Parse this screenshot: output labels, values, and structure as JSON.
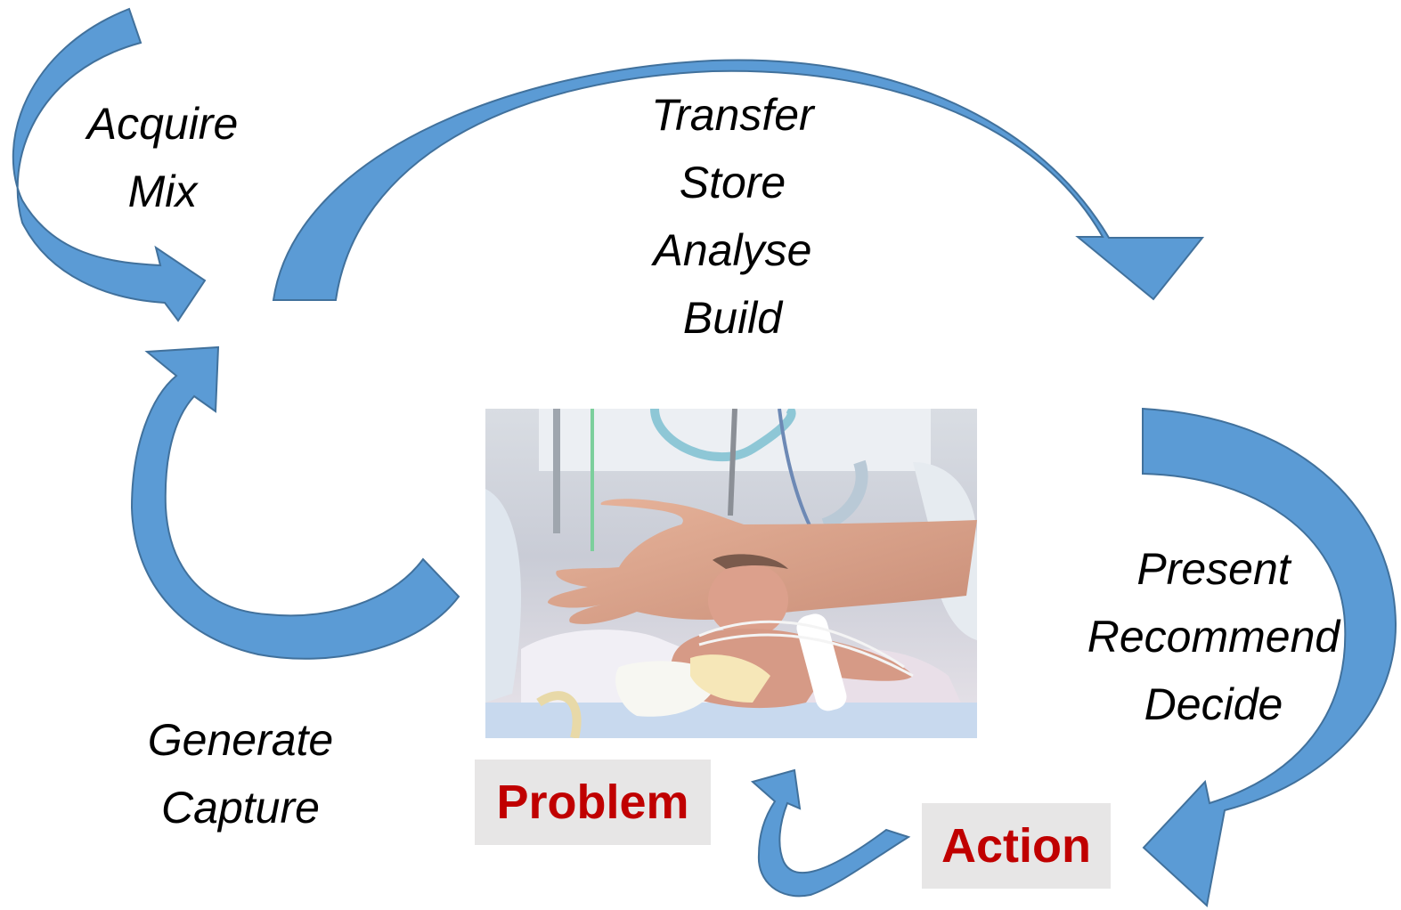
{
  "cycle": {
    "acquire": [
      "Acquire",
      "Mix"
    ],
    "transfer": [
      "Transfer",
      "Store",
      "Analyse",
      "Build"
    ],
    "present": [
      "Present",
      "Recommend",
      "Decide"
    ],
    "generate": [
      "Generate",
      "Capture"
    ]
  },
  "badges": {
    "problem": "Problem",
    "action": "Action"
  },
  "colors": {
    "arrow_fill": "#5b9bd5",
    "arrow_stroke": "#41719c",
    "badge_bg": "#e7e6e6",
    "badge_text": "#c00000"
  },
  "photo": {
    "subject": "newborn-in-incubator"
  }
}
